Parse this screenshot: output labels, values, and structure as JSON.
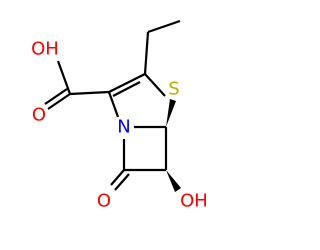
{
  "molecule": {
    "atoms": {
      "carboxyl_oh": {
        "text": "OH",
        "color": "#ff0000"
      },
      "carboxyl_o": {
        "text": "O",
        "color": "#ff0000"
      },
      "sulfur": {
        "text": "S",
        "color": "#b2b200"
      },
      "nitrogen": {
        "text": "N",
        "color": "#0000ff"
      },
      "lactam_o": {
        "text": "O",
        "color": "#ff0000"
      },
      "hydroxyl_oh": {
        "text": "OH",
        "color": "#ff0000"
      }
    },
    "bond_color": "#000000"
  }
}
